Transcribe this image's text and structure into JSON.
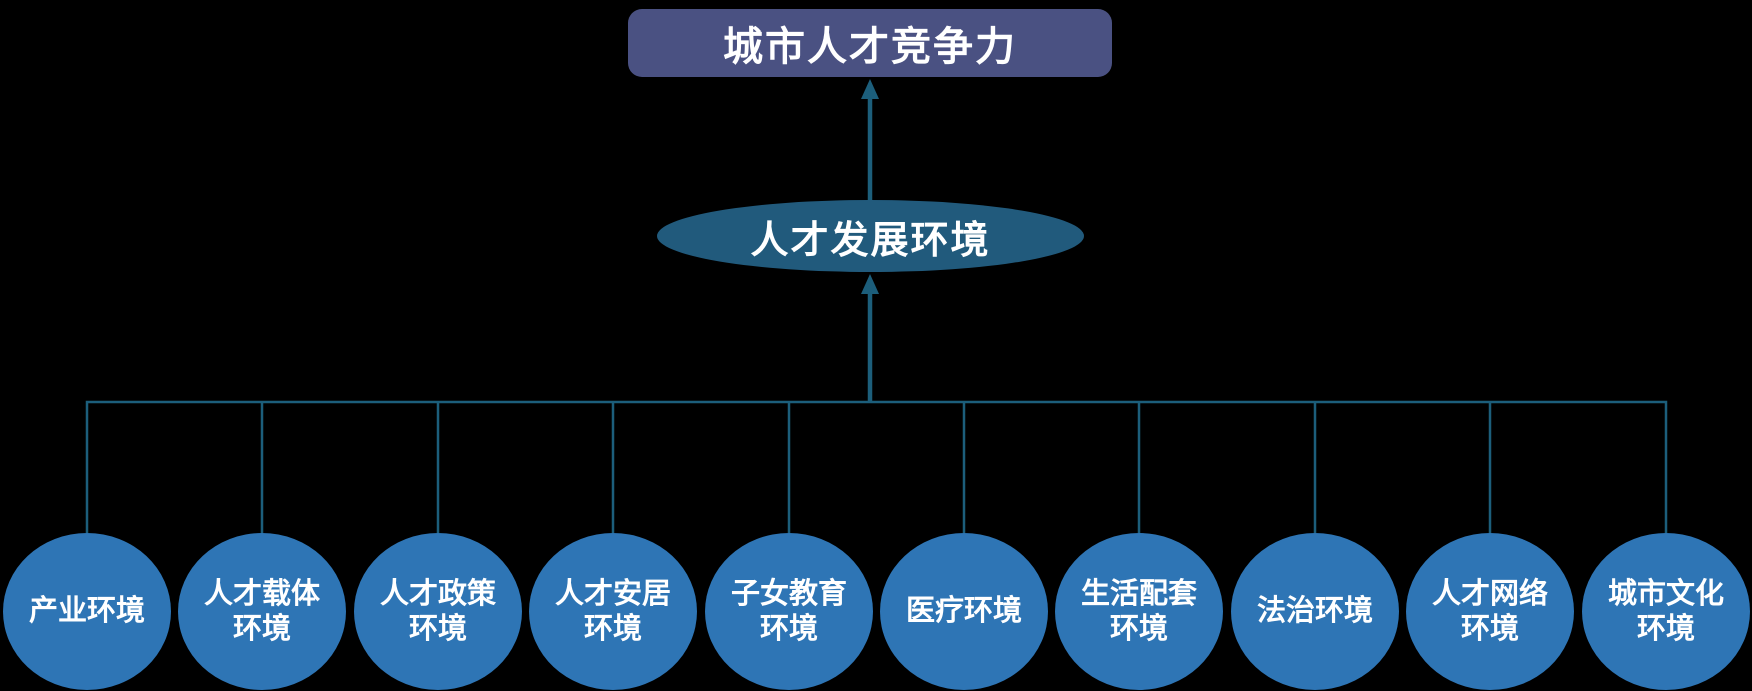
{
  "diagram_title": "城市人才竞争力",
  "root": {
    "label": "城市人才竞争力"
  },
  "level2": {
    "label": "人才发展环境"
  },
  "factors": [
    {
      "label": "产业环境"
    },
    {
      "label": "人才载体\n环境"
    },
    {
      "label": "人才政策\n环境"
    },
    {
      "label": "人才安居\n环境"
    },
    {
      "label": "子女教育\n环境"
    },
    {
      "label": "医疗环境"
    },
    {
      "label": "生活配套\n环境"
    },
    {
      "label": "法治环境"
    },
    {
      "label": "人才网络\n环境"
    },
    {
      "label": "城市文化\n环境"
    }
  ],
  "colors": {
    "bg": "#000000",
    "box": "#4A5182",
    "ellipse": "#215A7C",
    "circle": "#2E75B5",
    "line": "#1C5E7B",
    "text": "#FFFFFF"
  }
}
